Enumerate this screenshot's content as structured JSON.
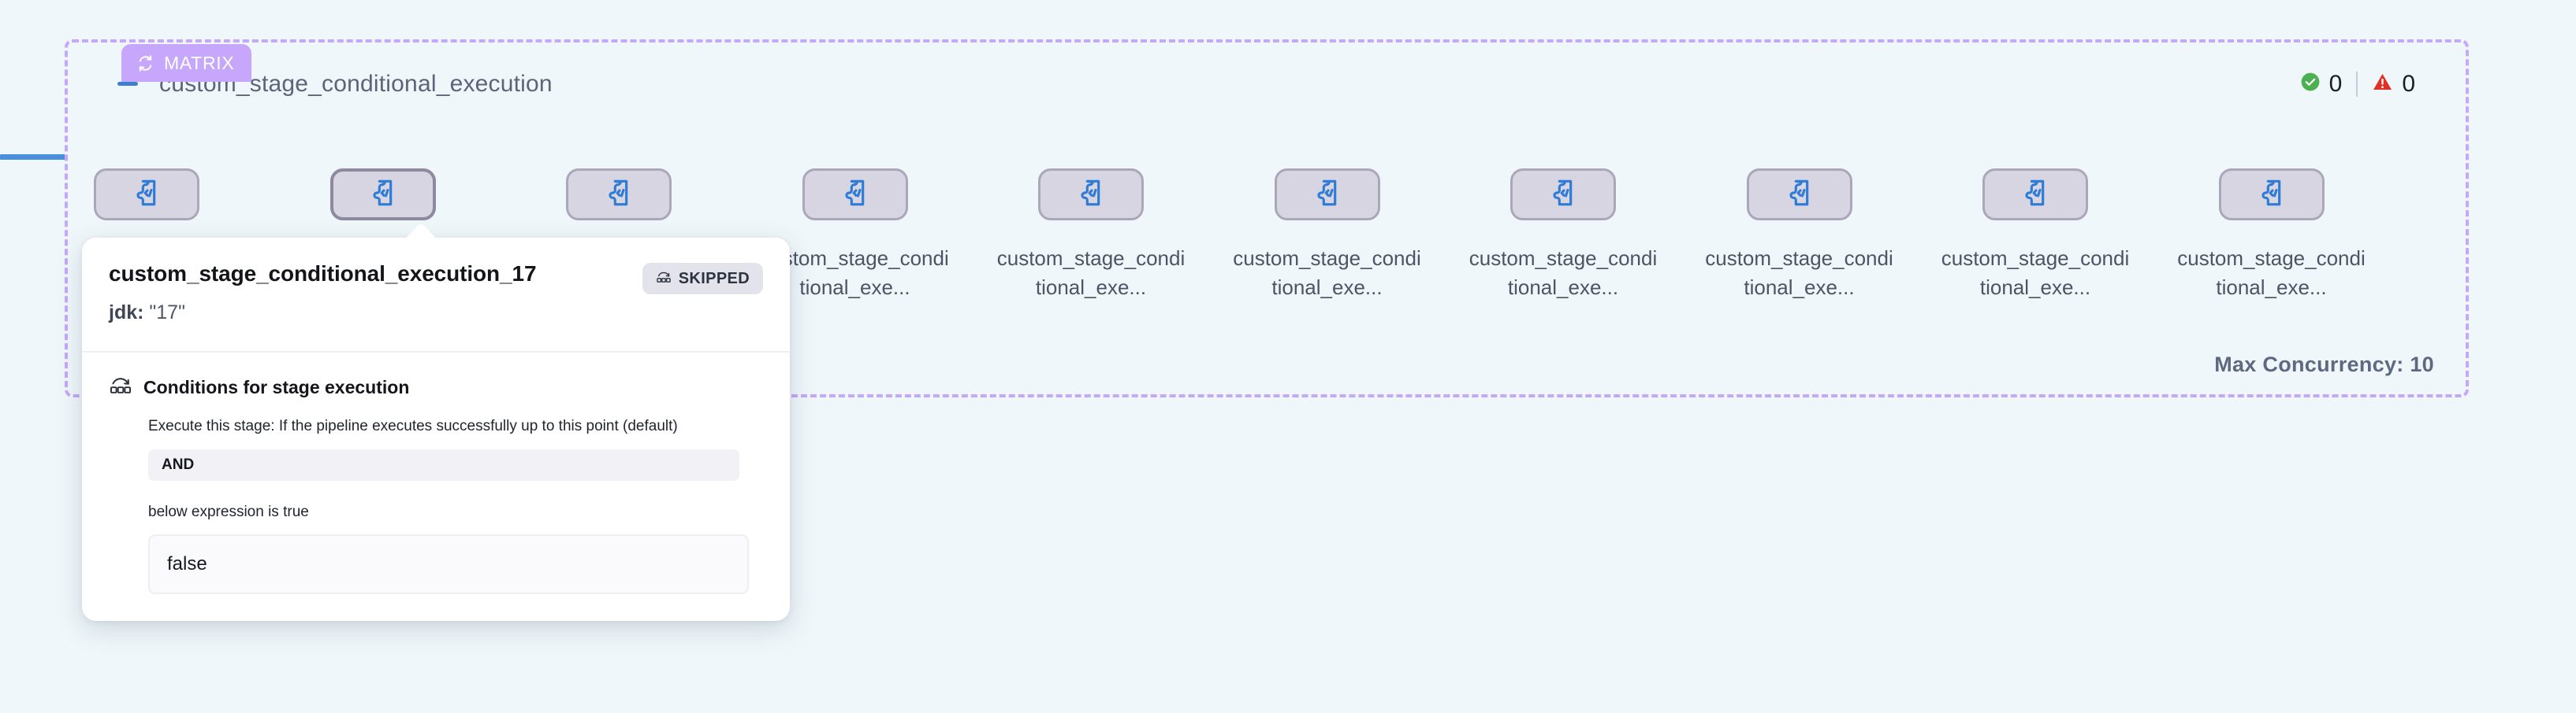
{
  "theme": {
    "canvas_bg": "#eff7fa",
    "matrix_purple": "#c6a7fb",
    "accent_blue": "#3d7fd0",
    "node_fill": "#d7d5e2",
    "node_border": "#aaa7ba",
    "success_green": "#4caf50",
    "error_red": "#e03127"
  },
  "matrix": {
    "badge_label": "MATRIX",
    "badge_icon": "loop-refresh-icon",
    "collapse_icon": "minus-collapse-icon",
    "group_title": "custom_stage_conditional_execution",
    "max_concurrency_label": "Max Concurrency: 10",
    "status": {
      "success_icon": "check-circle-icon",
      "success_count": "0",
      "warning_icon": "warning-triangle-icon",
      "warning_count": "0"
    }
  },
  "nodes": [
    {
      "label": "",
      "icon": "code-plugin-icon",
      "corner_glyph": "</>",
      "active": false
    },
    {
      "label": "",
      "icon": "code-plugin-icon",
      "corner_glyph": "</>",
      "active": true
    },
    {
      "label": "",
      "icon": "code-plugin-icon",
      "corner_glyph": "</>",
      "active": false
    },
    {
      "label": "custom_stage_conditional_exe...",
      "icon": "code-plugin-icon",
      "corner_glyph": "</>",
      "active": false
    },
    {
      "label": "custom_stage_conditional_exe...",
      "icon": "code-plugin-icon",
      "corner_glyph": "</>",
      "active": false
    },
    {
      "label": "custom_stage_conditional_exe...",
      "icon": "code-plugin-icon",
      "corner_glyph": "</>",
      "active": false
    },
    {
      "label": "custom_stage_conditional_exe...",
      "icon": "code-plugin-icon",
      "corner_glyph": "</>",
      "active": false
    },
    {
      "label": "custom_stage_conditional_exe...",
      "icon": "code-plugin-icon",
      "corner_glyph": "</>",
      "active": false
    },
    {
      "label": "custom_stage_conditional_exe...",
      "icon": "code-plugin-icon",
      "corner_glyph": "</>",
      "active": false
    },
    {
      "label": "custom_stage_conditional_exe...",
      "icon": "code-plugin-icon",
      "corner_glyph": "</>",
      "active": false
    }
  ],
  "tooltip": {
    "title": "custom_stage_conditional_execution_17",
    "sub_key": "jdk:",
    "sub_value": "\"17\"",
    "status_badge": {
      "label": "SKIPPED",
      "icon": "conditional-execution-icon"
    },
    "conditions": {
      "icon": "conditional-execution-icon",
      "title": "Conditions for stage execution",
      "description": "Execute this stage: If the pipeline executes successfully up to this point (default)",
      "operator": "AND",
      "expression_label": "below expression is true",
      "expression_value": "false"
    }
  }
}
